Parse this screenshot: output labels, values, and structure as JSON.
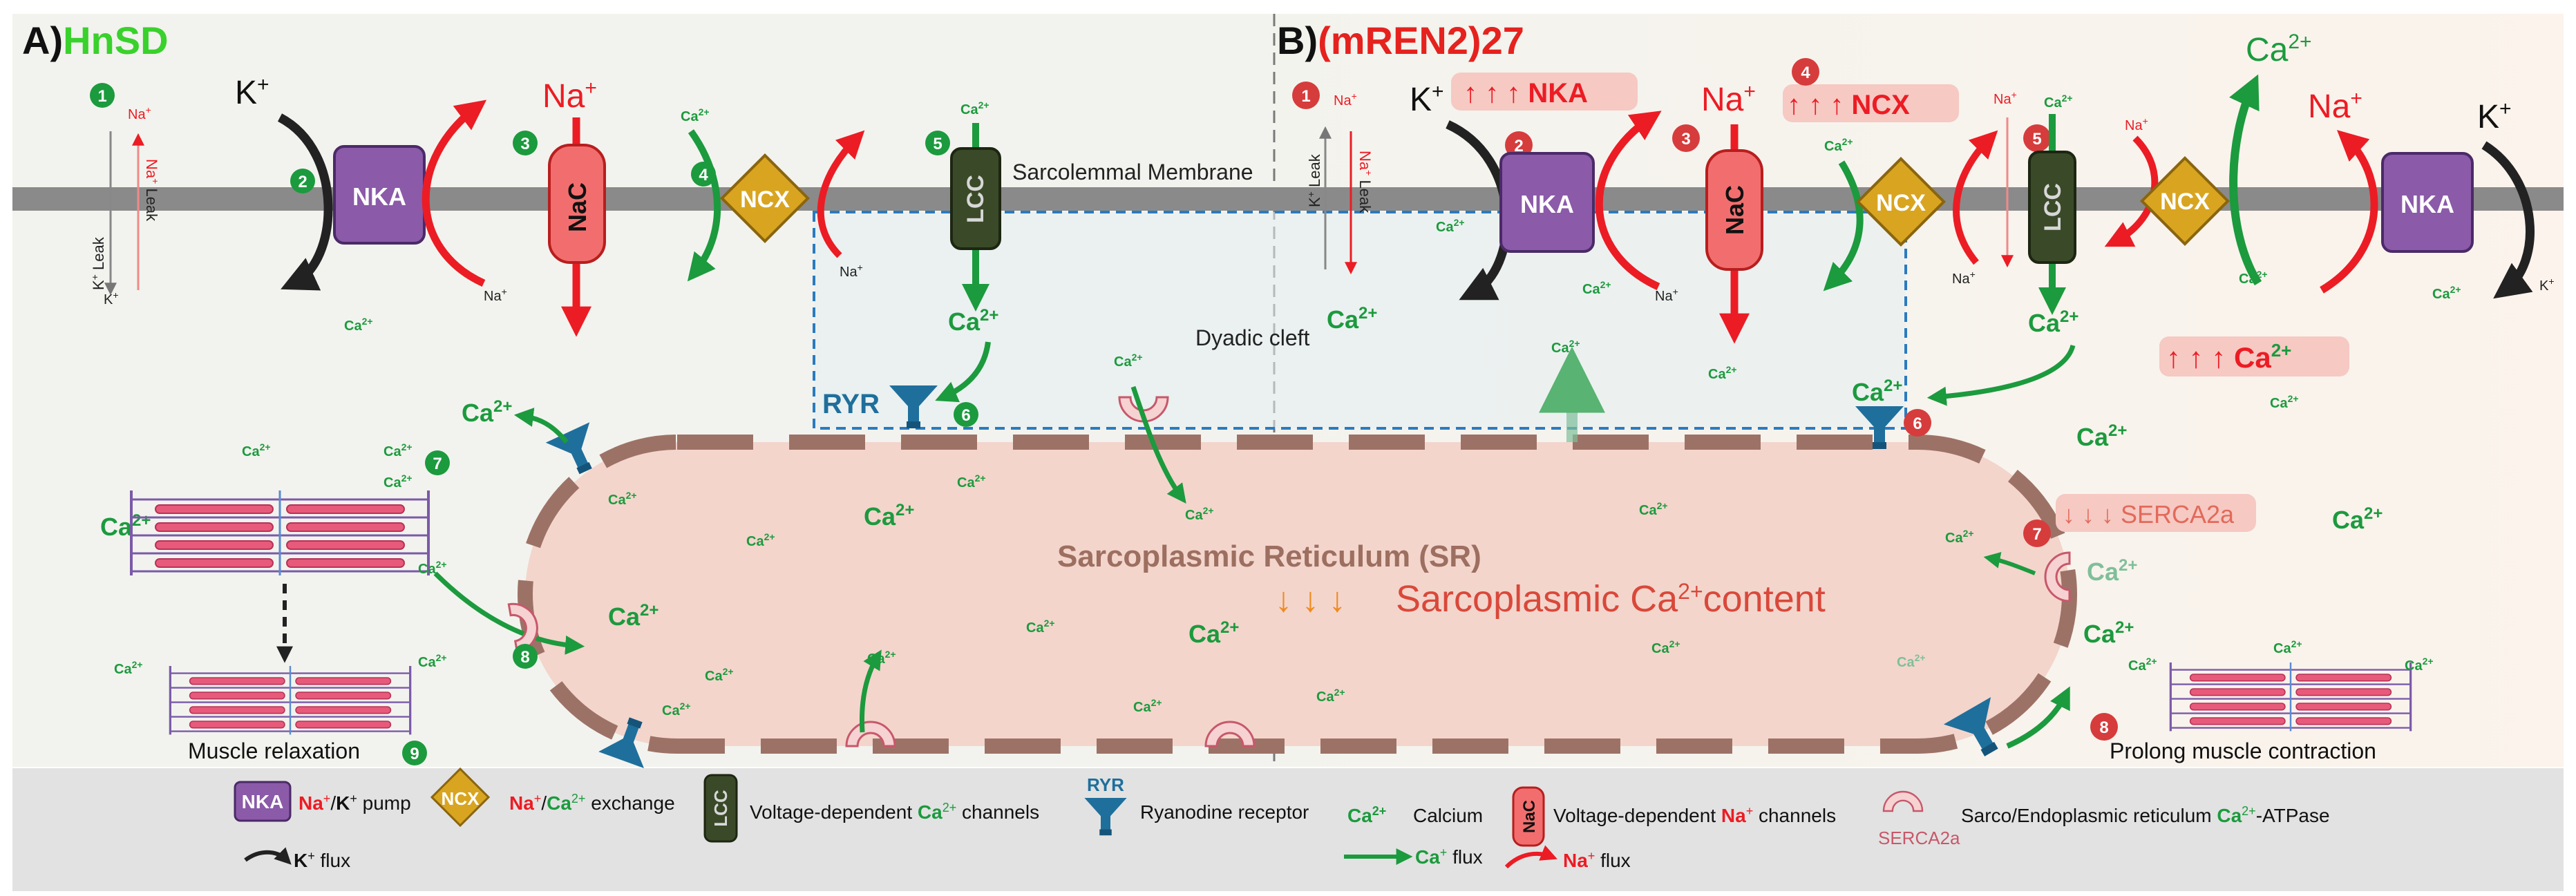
{
  "panel_a": {
    "prefix": "A)",
    "title": "HnSD",
    "membrane_label": "Sarcolemmal Membrane",
    "cleft_label": "Dyadic cleft",
    "ryr_label": "RYR",
    "sr_label": "Sarcoplasmic Reticulum (SR)",
    "relaxation_label": "Muscle relaxation",
    "nka": "NKA",
    "nac": "NaC",
    "ncx": "NCX",
    "lcc": "LCC",
    "k_ion": "K",
    "na_ion": "Na",
    "na_leak": "Na",
    "k_leak": "K",
    "leak_word": "Leak",
    "ca": "Ca",
    "charge_plus": "+",
    "charge_2plus": "2+"
  },
  "panel_b": {
    "prefix": "B)",
    "title": "(mREN2)27",
    "nka_up": "↑ ↑ ↑  NKA",
    "ncx_up": "↑ ↑ ↑  NCX",
    "ca_up": "↑ ↑ ↑  Ca",
    "serca_down": "↓ ↓ ↓ SERCA2a",
    "sr_content_arrows": "↓ ↓ ↓",
    "sr_content_text": "Sarcoplasmic Ca",
    "sr_content_tail": "content",
    "prolong_label": "Prolong muscle contraction"
  },
  "steps": {
    "a": [
      "1",
      "2",
      "3",
      "4",
      "5",
      "6",
      "7",
      "8",
      "9"
    ],
    "b": [
      "1",
      "2",
      "3",
      "4",
      "5",
      "6",
      "7",
      "8"
    ]
  },
  "legend": {
    "nka_icon": "NKA",
    "nka_na": "Na",
    "nka_k": "K",
    "nka_text": " pump",
    "ncx_icon": "NCX",
    "ncx_na": "Na",
    "ncx_ca": "Ca",
    "ncx_text": " exchange",
    "lcc_icon": "LCC",
    "lcc_text1": "Voltage-dependent ",
    "lcc_ca": "Ca",
    "lcc_text2": " channels",
    "ryr_icon": "RYR",
    "ryr_text": "Ryanodine receptor",
    "ca_icon": "Ca",
    "ca_text": "Calcium",
    "nac_icon": "NaC",
    "nac_text1": "Voltage-dependent ",
    "nac_na": "Na",
    "nac_text2": " channels",
    "serca_icon": "SERCA2a",
    "serca_text1": "Sarco/Endoplasmic reticulum ",
    "serca_ca": "Ca",
    "serca_text2": "-ATPase",
    "k_flux": "K",
    "k_flux_text": " flux",
    "ca_flux": "Ca",
    "ca_flux_text": " flux",
    "na_flux": "Na",
    "na_flux_text": " flux"
  },
  "colors": {
    "ca_green": "#1c9a3e",
    "na_red": "#ec1c24",
    "nka_purple": "#8b5aa8",
    "ncx_gold": "#d9a520",
    "lcc_dark": "#3a4a28",
    "ryr_blue": "#1f6f9c",
    "membrane": "#8a8a8a",
    "sr_fill": "#f3d5cc",
    "sr_border": "#9d7266",
    "legend_bg": "#e2e2e2"
  }
}
